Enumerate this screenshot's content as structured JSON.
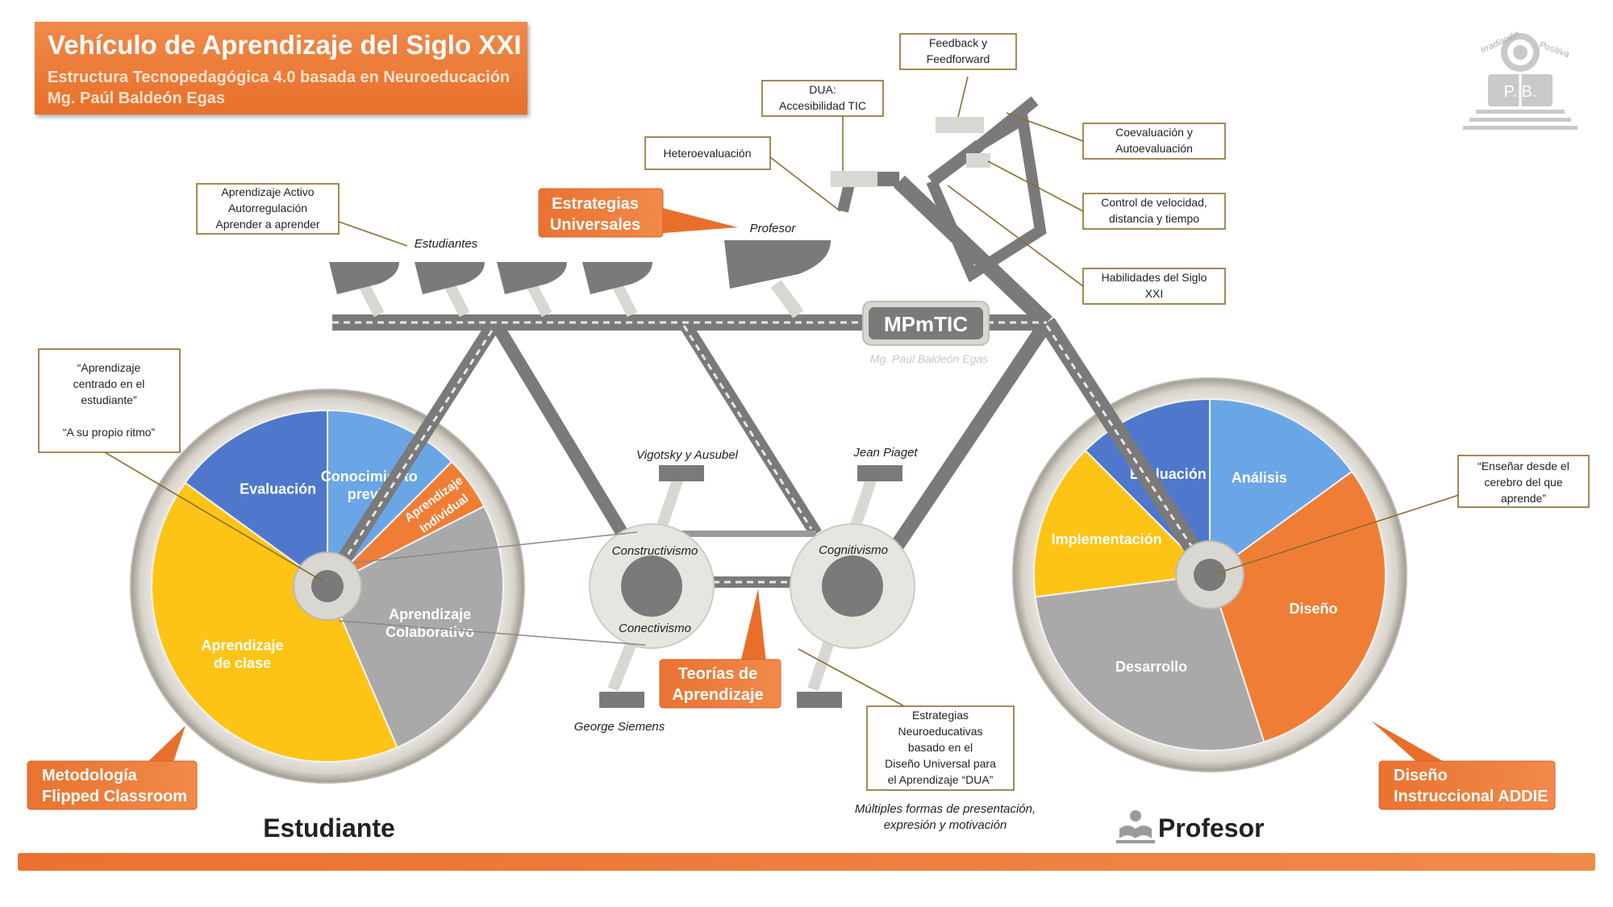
{
  "title": {
    "main": "Vehículo de Aprendizaje del Siglo XXI",
    "subtitle": "Estructura Tecnopedagógica 4.0 basada en Neuroeducación",
    "author": "Mg. Paúl Baldeón Egas"
  },
  "logo": {
    "arc_left": "Irradiación",
    "arc_right": "Positiva",
    "letters": "P. B."
  },
  "colors": {
    "orange": "#f07d35",
    "orange_dark": "#e86f2a",
    "blue_dark": "#4f78cc",
    "blue_light": "#6aa6e6",
    "yellow": "#fdc416",
    "gray_pie": "#a9a9a9",
    "frame": "#7a7a7a",
    "accent_line": "#8a6d2f"
  },
  "callouts": {
    "aprendizaje_activo": [
      "Aprendizaje Activo",
      "Autorregulación",
      "Aprender a aprender"
    ],
    "heteroevaluacion": [
      "Heteroevaluación"
    ],
    "dua": [
      "DUA:",
      "Accesibilidad TIC"
    ],
    "feedback": [
      "Feedback y",
      "Feedforward"
    ],
    "coevaluacion": [
      "Coevaluación y",
      "Autoevaluación"
    ],
    "control": [
      "Control de velocidad,",
      "distancia y tiempo"
    ],
    "habilidades": [
      "Habilidades del Siglo",
      "XXI"
    ],
    "centrado": [
      "“Aprendizaje",
      "centrado en el",
      "estudiante”",
      "",
      "“A su propio ritmo”"
    ],
    "ensenar": [
      "“Enseñar desde el",
      "cerebro del que",
      "aprende”"
    ],
    "estrategias_neuro": [
      "Estrategias",
      "Neuroeducativas",
      "basado en el",
      "Diseño Universal para",
      "el Aprendizaje “DUA”"
    ]
  },
  "orange_labels": {
    "estrategias_universales": [
      "Estrategias",
      "Universales"
    ],
    "teorias": [
      "Teorías de",
      "Aprendizaje"
    ],
    "metodologia": [
      "Metodología",
      "Flipped Classroom"
    ],
    "diseno_instruccional": [
      "Diseño",
      "Instruccional ADDIE"
    ]
  },
  "labels": {
    "estudiantes": "Estudiantes",
    "profesor_seat": "Profesor",
    "mpmtic": "MPmTIC",
    "mpmtic_sub": "Mg. Paúl Baldeón Egas",
    "vigotsky": "Vigotsky y Ausubel",
    "piaget": "Jean Piaget",
    "constructivismo": "Constructivismo",
    "conectivismo": "Conectivismo",
    "cognitivismo": "Cognitivismo",
    "siemens": "George Siemens",
    "multiples": [
      "Múltiples formas de presentación,",
      "expresión y motivación"
    ],
    "estudiante_bottom": "Estudiante",
    "profesor_bottom": "Profesor"
  },
  "left_wheel": {
    "slices": [
      {
        "label": [
          "Evaluación"
        ],
        "share": 0.15,
        "color": "#4f78cc"
      },
      {
        "label": [
          "Conocimiento",
          "previo"
        ],
        "share": 0.125,
        "color": "#6aa6e6"
      },
      {
        "label": [
          "Aprendizaje",
          "Individual"
        ],
        "share": 0.05,
        "color": "#f07d35"
      },
      {
        "label": [
          "Aprendizaje",
          "Colaborativo"
        ],
        "share": 0.26,
        "color": "#a9a9a9"
      },
      {
        "label": [
          "Aprendizaje",
          "de clase"
        ],
        "share": 0.415,
        "color": "#fdc416"
      }
    ]
  },
  "right_wheel": {
    "slices": [
      {
        "label": [
          "Análisis"
        ],
        "share": 0.15,
        "color": "#6aa6e6"
      },
      {
        "label": [
          "Diseño"
        ],
        "share": 0.3,
        "color": "#f07d35"
      },
      {
        "label": [
          "Desarrollo"
        ],
        "share": 0.28,
        "color": "#a9a9a9"
      },
      {
        "label": [
          "Implementación"
        ],
        "share": 0.145,
        "color": "#fdc416"
      },
      {
        "label": [
          "Evaluación"
        ],
        "share": 0.125,
        "color": "#4f78cc"
      }
    ]
  }
}
